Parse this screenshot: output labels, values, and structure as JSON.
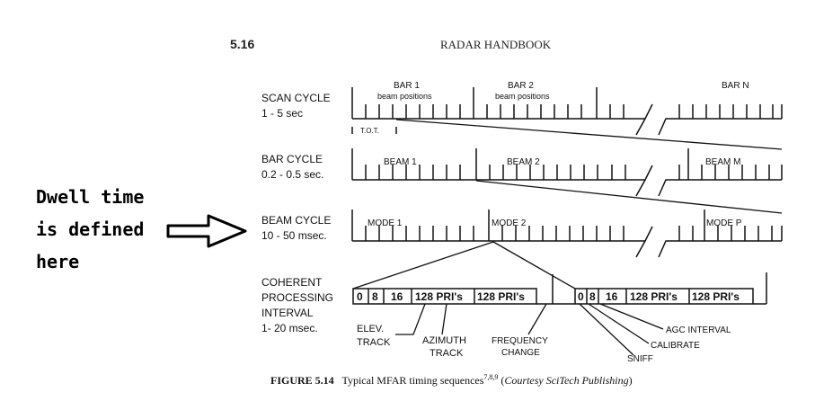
{
  "page": {
    "number": "5.16",
    "header": "RADAR HANDBOOK"
  },
  "rows": {
    "scan": {
      "title": "SCAN CYCLE",
      "range": "1 - 5 sec"
    },
    "bar": {
      "title": "BAR CYCLE",
      "range": "0.2 - 0.5 sec."
    },
    "beam": {
      "title": "BEAM CYCLE",
      "range": "10 - 50 msec."
    },
    "cpi": {
      "title1": "COHERENT",
      "title2": "PROCESSING",
      "title3": "INTERVAL",
      "range": "1- 20 msec."
    }
  },
  "scan_labels": {
    "bar1": "BAR 1",
    "bar1_sub": "beam positions",
    "bar2": "BAR 2",
    "bar2_sub": "beam positions",
    "barn": "BAR N",
    "tot": "T.O.T."
  },
  "bar_labels": {
    "beam1": "BEAM 1",
    "beam2": "BEAM 2",
    "beamm": "BEAM M"
  },
  "beam_labels": {
    "mode1": "MODE 1",
    "mode2": "MODE 2",
    "modep": "MODE P"
  },
  "cpi_cells": {
    "c0": "0",
    "c8": "8",
    "c16": "16",
    "c128a": "128 PRI's",
    "c128b": "128 PRI's",
    "d0": "0",
    "d8": "8",
    "d16": "16",
    "d128a": "128 PRI's",
    "d128b": "128 PRI's"
  },
  "callouts": {
    "elev1": "ELEV.",
    "elev2": "TRACK",
    "az1": "AZIMUTH",
    "az2": "TRACK",
    "freq1": "FREQUENCY",
    "freq2": "CHANGE",
    "agc": "AGC INTERVAL",
    "calibrate": "CALIBRATE",
    "sniff": "SNIFF"
  },
  "annotation": {
    "line1": "Dwell time",
    "line2": "is defined",
    "line3": "here"
  },
  "caption": {
    "label": "FIGURE 5.14",
    "text": "Typical MFAR timing sequences",
    "refs": "7,8,9",
    "courtesy": "Courtesy SciTech Publishing"
  }
}
